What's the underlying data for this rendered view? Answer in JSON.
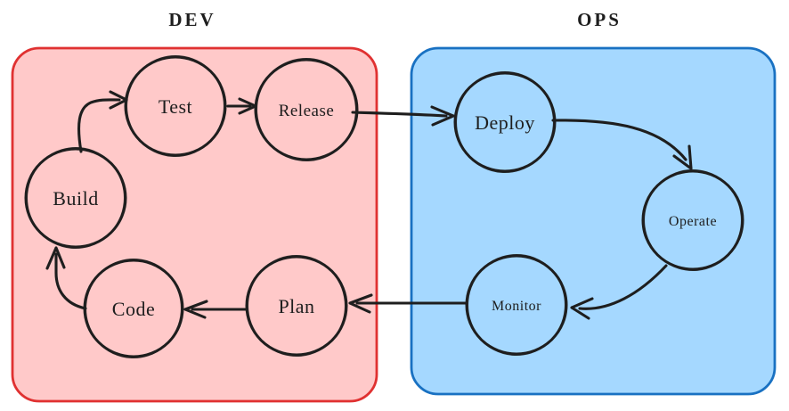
{
  "diagram": {
    "type": "devops-infinity-flow",
    "groups": {
      "dev": {
        "label": "DEV",
        "fill": "#ffc9c9",
        "stroke": "#e03131",
        "node_ids": [
          "test",
          "release",
          "build",
          "code",
          "plan"
        ]
      },
      "ops": {
        "label": "OPS",
        "fill": "#a5d8ff",
        "stroke": "#1971c2",
        "node_ids": [
          "deploy",
          "operate",
          "monitor"
        ]
      }
    },
    "nodes": {
      "test": {
        "label": "Test",
        "group": "dev"
      },
      "release": {
        "label": "Release",
        "group": "dev"
      },
      "build": {
        "label": "Build",
        "group": "dev"
      },
      "code": {
        "label": "Code",
        "group": "dev"
      },
      "plan": {
        "label": "Plan",
        "group": "dev"
      },
      "deploy": {
        "label": "Deploy",
        "group": "ops"
      },
      "operate": {
        "label": "Operate",
        "group": "ops"
      },
      "monitor": {
        "label": "Monitor",
        "group": "ops"
      }
    },
    "edges": [
      {
        "from": "build",
        "to": "test"
      },
      {
        "from": "test",
        "to": "release"
      },
      {
        "from": "release",
        "to": "deploy"
      },
      {
        "from": "deploy",
        "to": "operate"
      },
      {
        "from": "operate",
        "to": "monitor"
      },
      {
        "from": "monitor",
        "to": "plan"
      },
      {
        "from": "plan",
        "to": "code"
      },
      {
        "from": "code",
        "to": "build"
      }
    ],
    "colors": {
      "ink": "#1e1e1e",
      "dev_fill": "#ffc9c9",
      "dev_stroke": "#e03131",
      "ops_fill": "#a5d8ff",
      "ops_stroke": "#1971c2",
      "background": "#ffffff"
    }
  }
}
